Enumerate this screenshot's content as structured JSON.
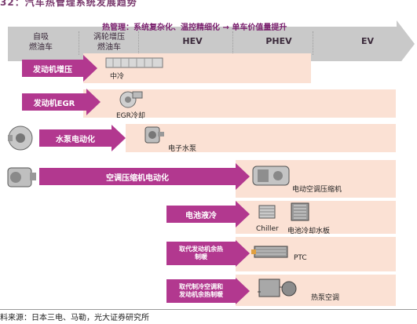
{
  "title": "32：汽车热管理系统发展趋势",
  "header": {
    "trend": "热管理：系统复杂化、温控精细化 → 单车价值量提升",
    "stages": [
      "自吸\n燃油车",
      "涡轮增压\n燃油车",
      "HEV",
      "PHEV",
      "EV"
    ]
  },
  "rows": [
    {
      "label": "发动机增压",
      "component": "中冷",
      "component_icon": "intercooler-icon"
    },
    {
      "label": "发动机EGR",
      "component": "EGR冷却",
      "component_icon": "egr-cooler-icon"
    },
    {
      "label": "水泵电动化",
      "component": "电子水泵",
      "component_icon": "electric-water-pump-icon"
    },
    {
      "label": "空调压缩机电动化",
      "component": "电动空调压缩机",
      "component_icon": "electric-compressor-icon"
    },
    {
      "label": "电池液冷",
      "components": [
        "Chiller",
        "电池冷却水板"
      ],
      "component_icons": [
        "chiller-icon",
        "battery-cooling-plate-icon"
      ]
    },
    {
      "label": "取代发动机余热\n制暖",
      "component": "PTC",
      "component_icon": "ptc-heater-icon"
    },
    {
      "label": "取代制冷空调和\n发动机余热制暖",
      "component": "热泵空调",
      "component_icon": "heat-pump-icon"
    }
  ],
  "side_icons": [
    "mechanical-water-pump-icon",
    "mechanical-compressor-icon"
  ],
  "source": "料来源：日本三电、马勒，光大证券研究所",
  "colors": {
    "arrow": "#b2388f",
    "band": "#fbe1d4",
    "header": "#c9c9c9",
    "header_text": "#7a1f6e"
  }
}
